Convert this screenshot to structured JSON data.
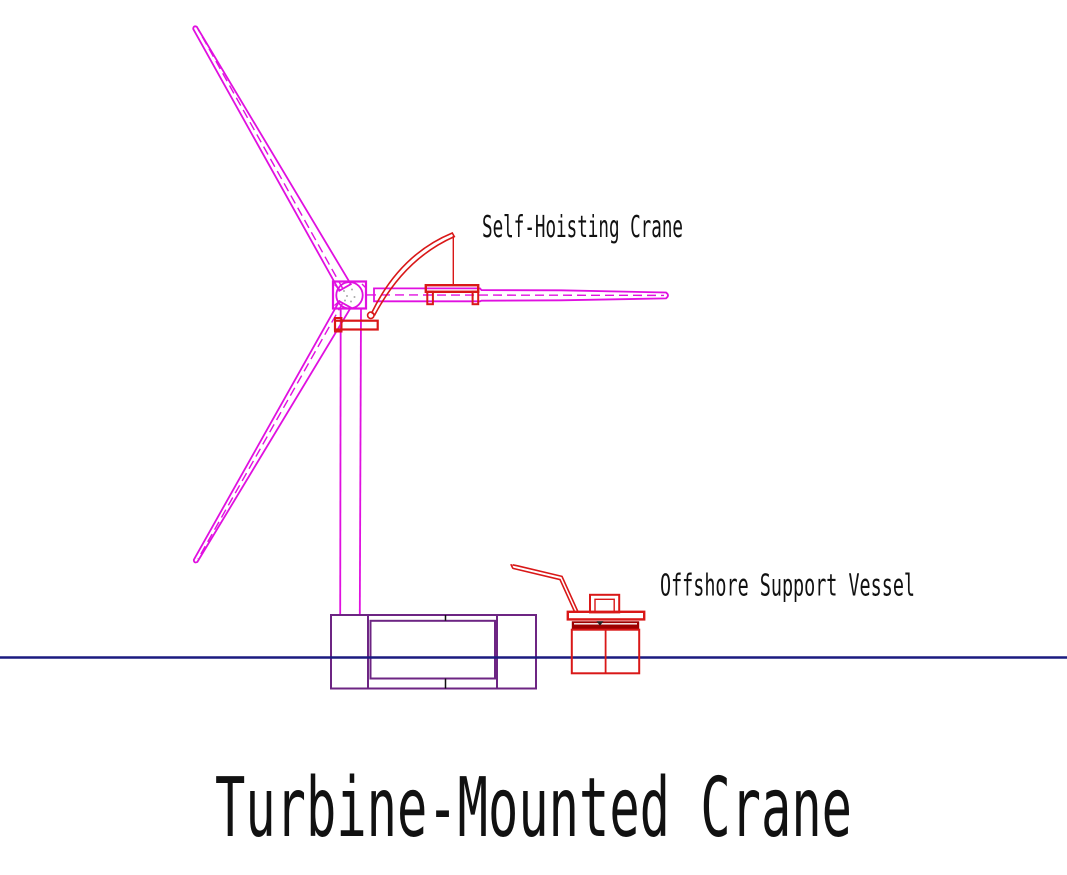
{
  "document": {
    "title": "Turbine-Mounted Crane"
  },
  "annotations": {
    "crane_label": "Self-Hoisting Crane",
    "vessel_label": "Offshore Support Vessel"
  },
  "colors": {
    "magenta": "#e010e0",
    "red": "#d91818",
    "dark_red": "#9e0000",
    "purple": "#6d2583",
    "navy": "#1b1b80",
    "ink": "#111111"
  }
}
